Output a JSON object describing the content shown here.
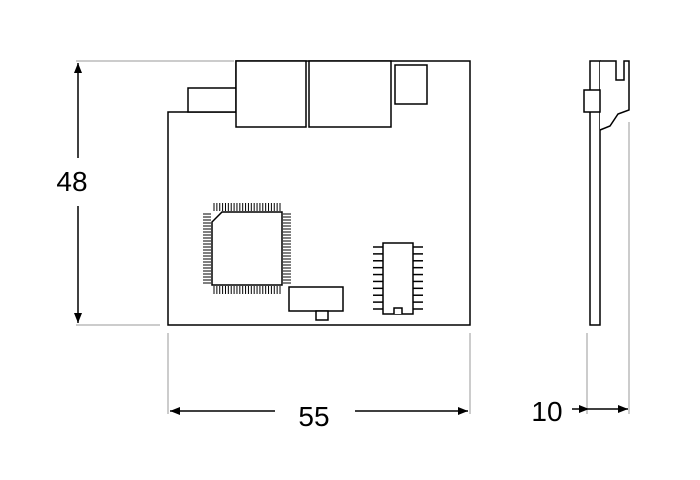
{
  "dimensions": {
    "height": {
      "label": "48",
      "value": 48
    },
    "width": {
      "label": "55",
      "value": 55
    },
    "depth": {
      "label": "10",
      "value": 10
    }
  },
  "colors": {
    "line": "#000000",
    "thin_line": "#9a9a9a",
    "background": "#ffffff",
    "component_fill": "#ffffff"
  },
  "icons": {
    "arrow": "filled-triangle-arrowhead"
  }
}
